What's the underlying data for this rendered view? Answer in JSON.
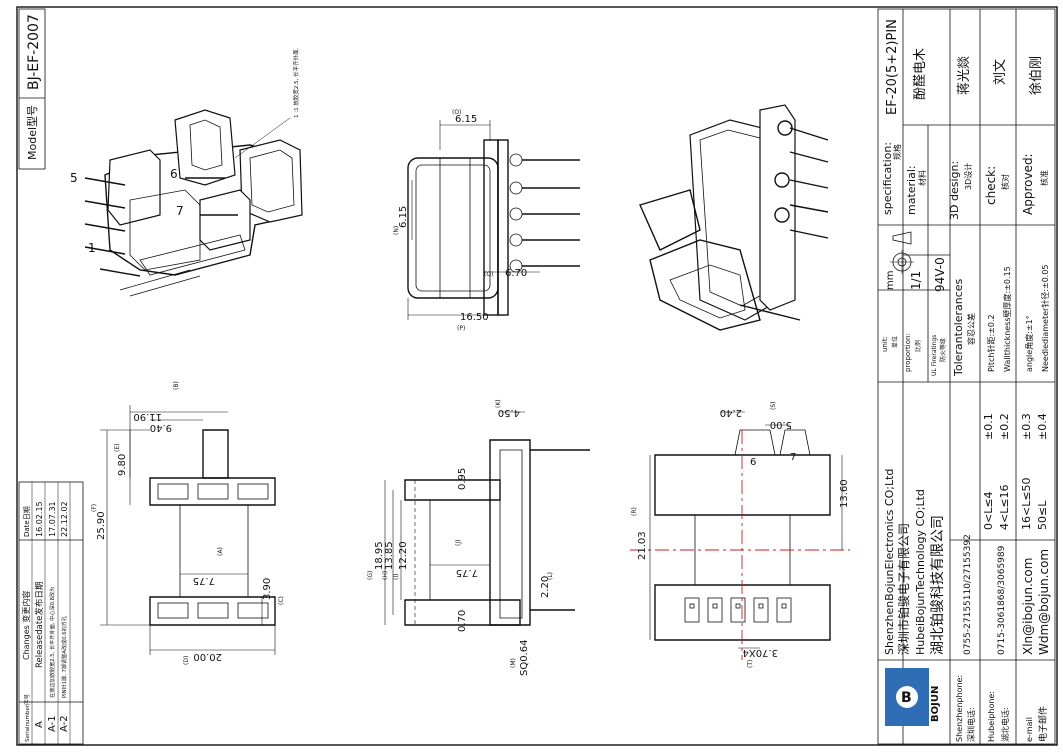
{
  "model": {
    "label": "Model型号",
    "value": "BJ-EF-2007"
  },
  "top_note": "1 :1 放胶宽2.5, 长平齐外面.",
  "revisions": {
    "headers": {
      "num": "Serialnumber序号",
      "changes": "Changes 变更内容",
      "date": "Date日期"
    },
    "rows": [
      {
        "num": "A",
        "change": "Releasedate发布日期",
        "date": "16.02.15"
      },
      {
        "num": "A-1",
        "change": "在放边加放胶宽2.5, 长平齐外面, 中心深0.8改为",
        "date": "17.07.31"
      },
      {
        "num": "A-2",
        "change": "PIN针1脚, 7脚调整A改成0.6的方孔",
        "date": "22.12.02"
      }
    ]
  },
  "dims": {
    "top_6_15": "6.15",
    "top_6_15_tag": "(O)",
    "left_6_15": "6.15",
    "left_6_15_tag": "(N)",
    "d_6_70": "6.70",
    "d_6_70_tag": "(Q)",
    "d_16_50": "16.50",
    "d_16_50_tag": "(P)",
    "d_11_90": "11.90",
    "d_11_90_tag": "(B)",
    "d_9_40": "9.40",
    "d_9_80": "9.80",
    "d_9_80_tag": "(E)",
    "d_25_90": "25.90",
    "d_25_90_tag": "(F)",
    "d_7_75a": "7.75",
    "d_7_75a_tag": "(A)",
    "d_3_90": "3.90",
    "d_3_90_tag": "(C)",
    "d_20_00": "20.00",
    "d_20_00_tag": "(D)",
    "d_4_50": "4.50",
    "d_4_50_tag": "(K)",
    "d_0_95": "0.95",
    "d_18_95": "18.95",
    "d_18_95_tag": "(G)",
    "d_13_85": "13.85",
    "d_13_85_tag": "(H)",
    "d_12_20": "12.20",
    "d_12_20_tag": "(I)",
    "d_7_75b": "7.75",
    "d_7_75b_tag": "(J)",
    "d_2_20": "2.20",
    "d_2_20_tag": "(L)",
    "d_0_70": "0.70",
    "d_sq": "SQ0.64",
    "d_sq_tag": "(M)",
    "d_2_40": "2.40",
    "d_5_00": "5.00",
    "d_5_00_tag": "(S)",
    "d_13_60": "13.60",
    "d_21_03": "21.03",
    "d_21_03_tag": "(R)",
    "d_3_70": "3.70X4",
    "d_3_70_tag": "(T)"
  },
  "pins": {
    "p1": "1",
    "p5": "5",
    "p6": "6",
    "p7": "7",
    "b6": "6",
    "b7": "7"
  },
  "company": {
    "name1_en": "ShenzhenBojunElectronics CO;Ltd",
    "name1_cn": "深圳市铂骏电子有限公司",
    "name2_en": "HubeiBojunTechnology CO;Ltd",
    "name2_cn": "湖北铂骏科技有限公司",
    "logo_text": "BOJUN",
    "sz_phone_label": "Shenzhenphone:",
    "sz_phone_label_cn": "深圳电话:",
    "sz_phone": "0755-27155110/27155392",
    "hb_phone_label": "Hubeiphone:",
    "hb_phone_label_cn": "湖北电话:",
    "hb_phone": "0715-3061868/3065989",
    "email_label": "e-mail",
    "email_label_cn": "电子邮件",
    "email1": "Xln@ibojun.com",
    "email2": "Wdm@bojun.com"
  },
  "tolerance": {
    "title": "Tolerantolerances",
    "title_cn": "容忍公差",
    "rows": [
      {
        "range": "0<L≤4",
        "tol": "±0.1"
      },
      {
        "range": "4<L≤16",
        "tol": "±0.2"
      },
      {
        "range": "16<L≤50",
        "tol": "±0.3"
      },
      {
        "range": "50≤L",
        "tol": "±0.4"
      }
    ],
    "pitch": "Pitch针距:±0.2",
    "wall": "Wallthickness壁厚度:±0.15",
    "angle": "angle角度:±1°",
    "needle": "Needlediameter针径:±0.05"
  },
  "unit": {
    "label": "unit:",
    "label_cn": "单位",
    "value": "mm"
  },
  "proportion": {
    "label": "proportion:",
    "label_cn": "比例",
    "value": "1/1"
  },
  "ul": {
    "label": "UL Fireratings",
    "label_cn": "防火等级",
    "value": "94V-0"
  },
  "spec": {
    "label": "specification:",
    "label_cn": "规格",
    "value": "EF-20(5+2)PIN"
  },
  "material": {
    "label": "material:",
    "label_cn": "材料",
    "value": "酚醛电木"
  },
  "design": {
    "label": "3D design:",
    "label_cn": "3D设计",
    "value": "蒋光燚"
  },
  "check": {
    "label": "check:",
    "label_cn": "核对",
    "value": "刘文"
  },
  "approved": {
    "label": "Approved:",
    "label_cn": "核准",
    "value": "徐伯刚"
  }
}
